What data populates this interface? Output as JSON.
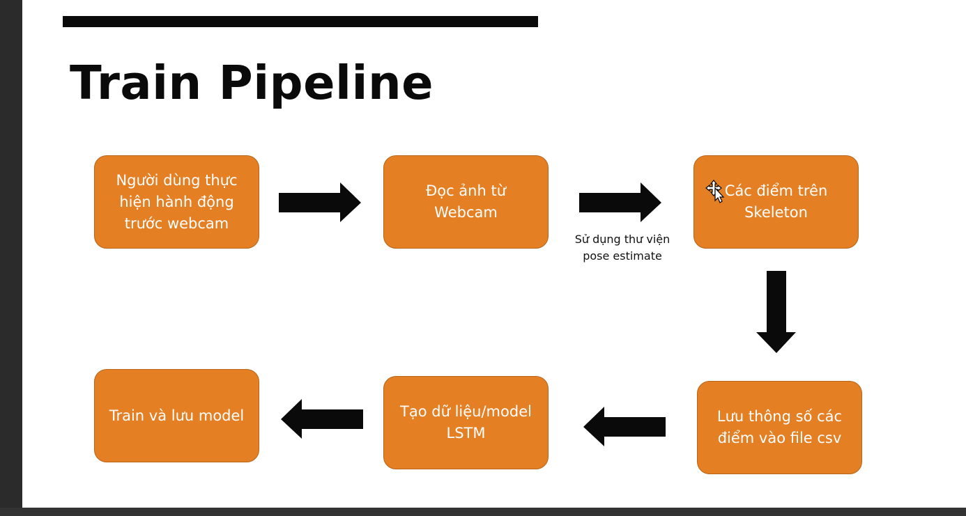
{
  "slide": {
    "title": "Train Pipeline",
    "boxes": {
      "step1": "Người dùng thực\nhiện hành động\ntrước webcam",
      "step2": "Đọc ảnh từ\nWebcam",
      "step3": "Các điểm trên\nSkeleton",
      "step4": "Lưu thông số các\nđiểm vào file csv",
      "step5": "Tạo dữ liệu/model\nLSTM",
      "step6": "Train và lưu model"
    },
    "arrow_note": "Sử dụng thư viện\npose estimate"
  },
  "colors": {
    "box_fill": "#e47f23",
    "box_border": "#b96316",
    "arrow": "#0a0a0a",
    "text_on_box": "#ffffff"
  },
  "icons": [
    "arrow-right-icon",
    "arrow-down-icon",
    "arrow-left-icon",
    "move-cursor-icon"
  ]
}
